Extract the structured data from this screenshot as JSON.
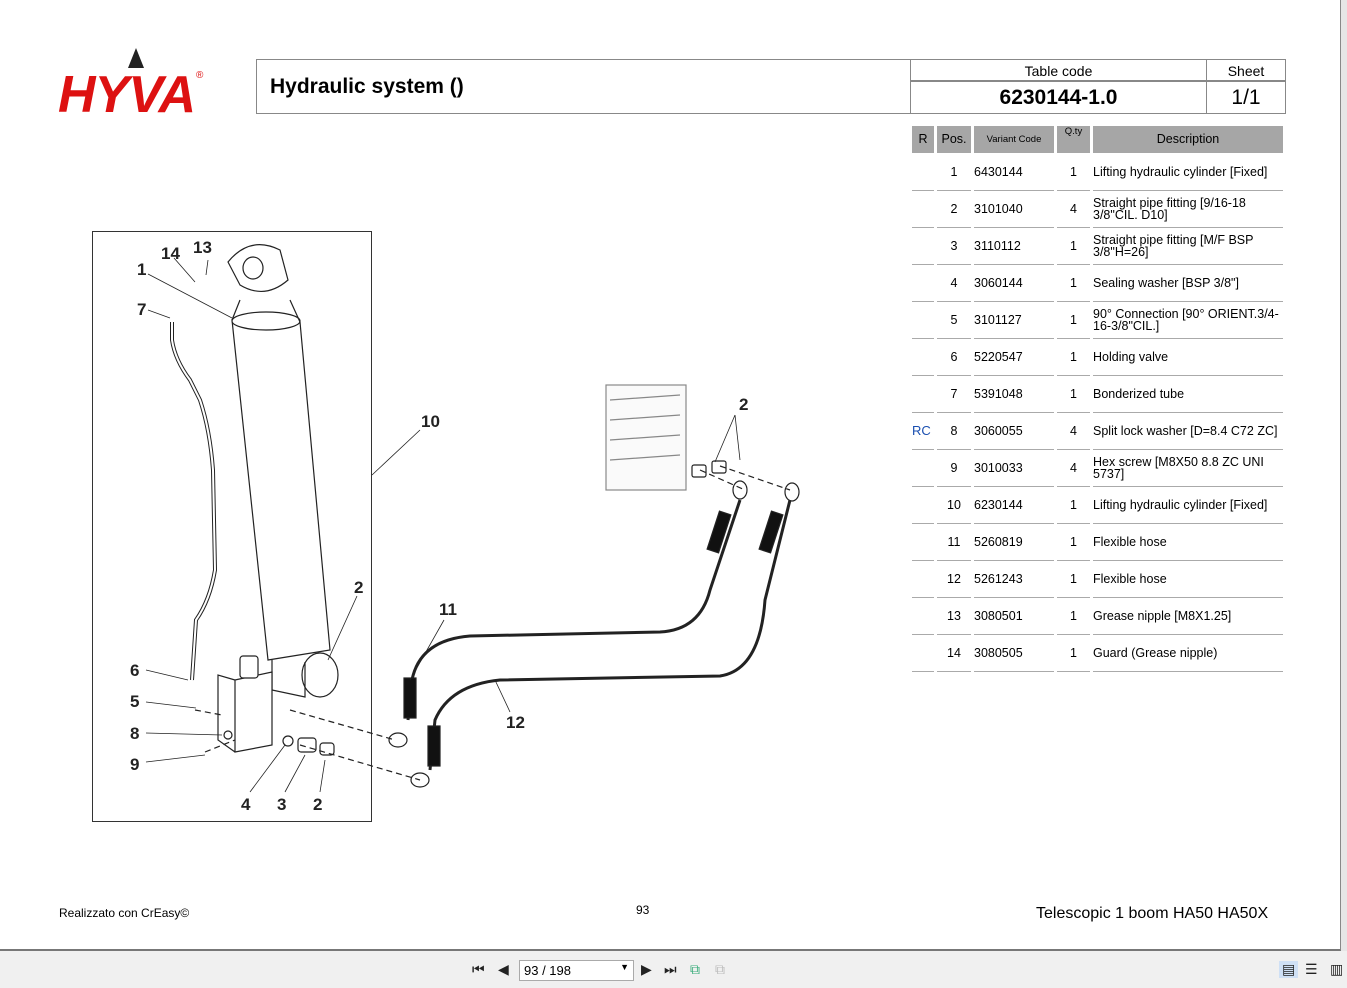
{
  "header": {
    "logo_text": "HYVA",
    "title": "Hydraulic system ()",
    "table_code_label": "Table code",
    "table_code": "6230144-1.0",
    "sheet_label": "Sheet",
    "sheet": "1/1"
  },
  "table": {
    "columns": [
      "R",
      "Pos.",
      "Variant Code",
      "Q.ty",
      "Description"
    ],
    "rows": [
      {
        "r": "",
        "pos": "1",
        "code": "6430144",
        "qty": "1",
        "desc": "Lifting hydraulic cylinder  [Fixed]"
      },
      {
        "r": "",
        "pos": "2",
        "code": "3101040",
        "qty": "4",
        "desc": "Straight pipe fitting  [9/16-18 3/8\"CIL. D10]"
      },
      {
        "r": "",
        "pos": "3",
        "code": "3110112",
        "qty": "1",
        "desc": "Straight pipe fitting  [M/F BSP 3/8\"H=26]"
      },
      {
        "r": "",
        "pos": "4",
        "code": "3060144",
        "qty": "1",
        "desc": "Sealing washer  [BSP 3/8\"]"
      },
      {
        "r": "",
        "pos": "5",
        "code": "3101127",
        "qty": "1",
        "desc": "90° Connection  [90° ORIENT.3/4-16-3/8\"CIL.]"
      },
      {
        "r": "",
        "pos": "6",
        "code": "5220547",
        "qty": "1",
        "desc": "Holding valve"
      },
      {
        "r": "",
        "pos": "7",
        "code": "5391048",
        "qty": "1",
        "desc": "Bonderized tube"
      },
      {
        "r": "RC",
        "pos": "8",
        "code": "3060055",
        "qty": "4",
        "desc": "Split lock washer  [D=8.4 C72 ZC]"
      },
      {
        "r": "",
        "pos": "9",
        "code": "3010033",
        "qty": "4",
        "desc": "Hex screw  [M8X50 8.8 ZC UNI 5737]"
      },
      {
        "r": "",
        "pos": "10",
        "code": "6230144",
        "qty": "1",
        "desc": "Lifting hydraulic cylinder  [Fixed]"
      },
      {
        "r": "",
        "pos": "11",
        "code": "5260819",
        "qty": "1",
        "desc": "Flexible hose"
      },
      {
        "r": "",
        "pos": "12",
        "code": "5261243",
        "qty": "1",
        "desc": "Flexible hose"
      },
      {
        "r": "",
        "pos": "13",
        "code": "3080501",
        "qty": "1",
        "desc": "Grease nipple  [M8X1.25]"
      },
      {
        "r": "",
        "pos": "14",
        "code": "3080505",
        "qty": "1",
        "desc": "Guard (Grease nipple)"
      }
    ]
  },
  "drawing": {
    "callouts": [
      "14",
      "13",
      "1",
      "7",
      "10",
      "2",
      "2",
      "11",
      "12",
      "6",
      "5",
      "8",
      "9",
      "4",
      "3",
      "2"
    ]
  },
  "footer": {
    "made_with": "Realizzato con CrEasy©",
    "page_number": "93",
    "model": "Telescopic 1 boom HA50 HA50X"
  },
  "toolbar": {
    "page_value": "93 / 198"
  }
}
